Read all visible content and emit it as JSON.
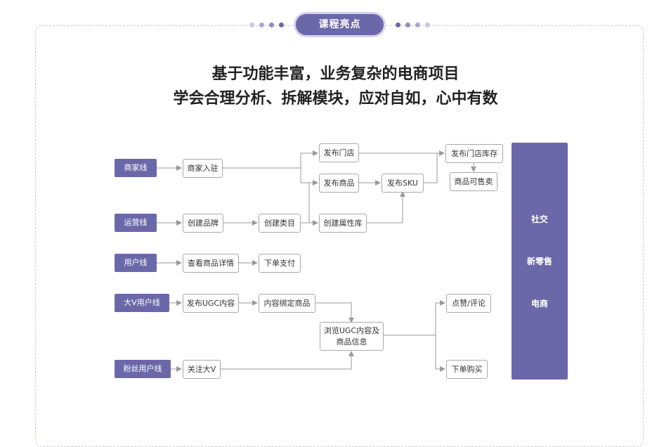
{
  "header": {
    "badge": "课程亮点",
    "headline_1": "基于功能丰富，业务复杂的电商项目",
    "headline_2": "学会合理分析、拆解模块，应对自如，心中有数"
  },
  "colors": {
    "accent": "#6b68a9",
    "accent_light": "#d4d3ea",
    "line": "#9a9a9a",
    "dot_dark": "#6b68a9",
    "dot_light": "#c8c7e4"
  },
  "diagram": {
    "lanes": {
      "merchant": "商家线",
      "operation": "运营线",
      "user": "用户线",
      "bigv": "大V用户线",
      "fans": "粉丝用户线"
    },
    "nodes": {
      "merchant_join": "商家入驻",
      "publish_store": "发布门店",
      "publish_goods": "发布商品",
      "publish_sku": "发布SKU",
      "publish_stock": "发布门店库存",
      "goods_sellable": "商品可售卖",
      "create_brand": "创建品牌",
      "create_category": "创建类目",
      "create_attr": "创建属性库",
      "view_detail": "查看商品详情",
      "order_pay": "下单支付",
      "publish_ugc": "发布UGC内容",
      "bind_goods": "内容绑定商品",
      "browse_line1": "浏览UGC内容及",
      "browse_line2": "商品信息",
      "like_comment": "点赞/评论",
      "order_buy": "下单购买",
      "follow_bigv": "关注大V"
    },
    "side": {
      "item1": "社交",
      "item2": "新零售",
      "item3": "电商"
    }
  }
}
